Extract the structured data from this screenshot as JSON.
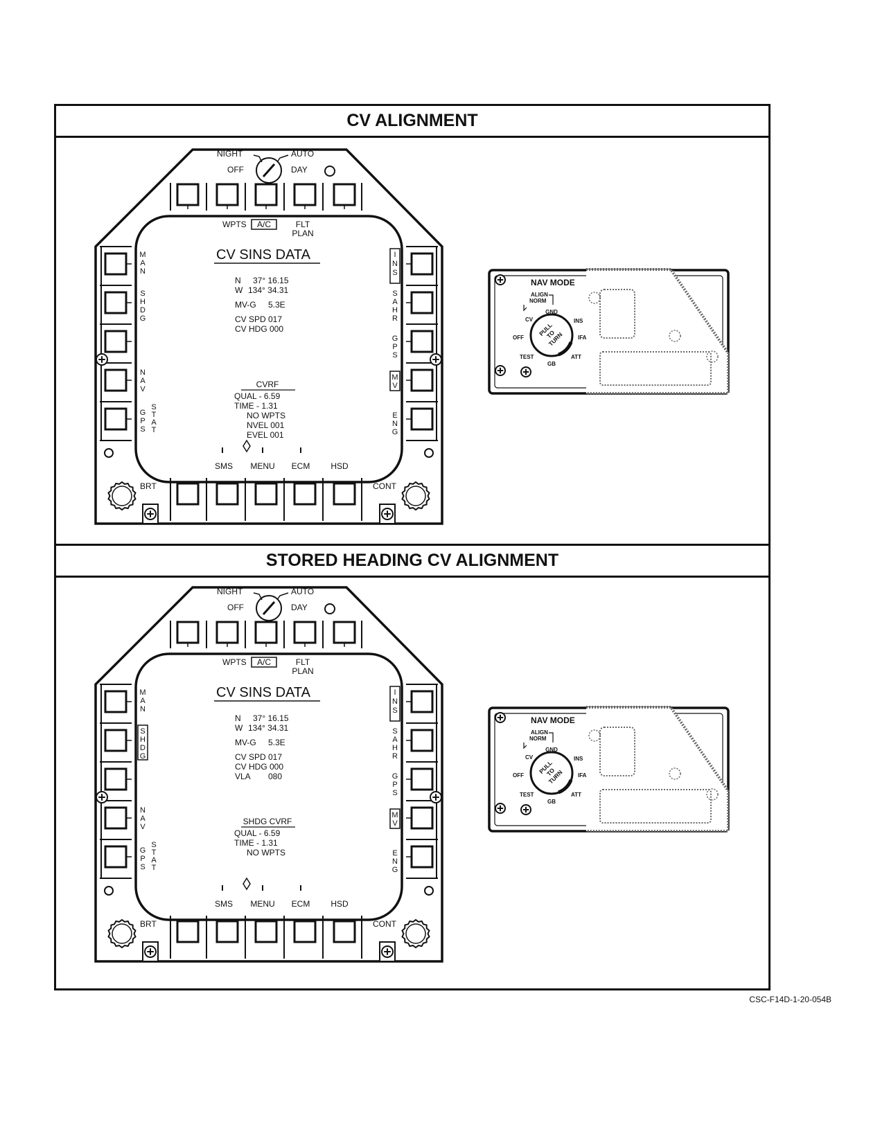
{
  "sections": [
    {
      "title": "CV ALIGNMENT",
      "mfd": {
        "knob_labels": {
          "night": "NIGHT",
          "off": "OFF",
          "auto": "AUTO",
          "day": "DAY"
        },
        "top_labels": [
          "WPTS",
          "A/C",
          "FLT",
          "PLAN"
        ],
        "page_title": "CV SINS DATA",
        "lat_label": "N",
        "lat_value": "37° 16.15",
        "lon_label": "W",
        "lon_value": "134° 34.31",
        "mvg_label": "MV-G",
        "mvg_value": "5.3E",
        "cv_spd": "CV SPD  017",
        "cv_hdg": "CV HDG 000",
        "vla_label": "",
        "vla_value": "",
        "sub_title": "CVRF",
        "qual": "QUAL    -   6.59",
        "time": "TIME     -   1.31",
        "no_wpts": "NO WPTS",
        "nvel": "NVEL    001",
        "evel": "EVEL    001",
        "left_labels": [
          "M A N",
          "S H D G",
          "N A V",
          "G P S",
          "S T A T"
        ],
        "shdg_boxed": false,
        "right_labels": [
          "I N S",
          "S A H R",
          "G P S",
          "M V",
          "E N G"
        ],
        "bottom_labels": [
          "SMS",
          "MENU",
          "ECM",
          "HSD"
        ],
        "brt": "BRT",
        "cont": "CONT"
      },
      "nav_panel": {
        "title": "NAV MODE",
        "positions": [
          "ALIGN",
          "NORM",
          "GND",
          "INS",
          "CV",
          "OFF",
          "IFA",
          "TEST",
          "GB",
          "ATT"
        ],
        "knob_text": [
          "PULL",
          "TO",
          "TURN"
        ]
      }
    },
    {
      "title": "STORED HEADING CV ALIGNMENT",
      "mfd": {
        "knob_labels": {
          "night": "NIGHT",
          "off": "OFF",
          "auto": "AUTO",
          "day": "DAY"
        },
        "top_labels": [
          "WPTS",
          "A/C",
          "FLT",
          "PLAN"
        ],
        "page_title": "CV SINS DATA",
        "lat_label": "N",
        "lat_value": "37° 16.15",
        "lon_label": "W",
        "lon_value": "134° 34.31",
        "mvg_label": "MV-G",
        "mvg_value": "5.3E",
        "cv_spd": "CV SPD  017",
        "cv_hdg": "CV HDG 000",
        "vla_label": "VLA",
        "vla_value": "080",
        "sub_title": "SHDG CVRF",
        "qual": "QUAL    -   6.59",
        "time": "TIME     -   1.31",
        "no_wpts": "NO WPTS",
        "nvel": "",
        "evel": "",
        "left_labels": [
          "M A N",
          "S H D G",
          "N A V",
          "G P S",
          "S T A T"
        ],
        "shdg_boxed": true,
        "right_labels": [
          "I N S",
          "S A H R",
          "G P S",
          "M V",
          "E N G"
        ],
        "bottom_labels": [
          "SMS",
          "MENU",
          "ECM",
          "HSD"
        ],
        "brt": "BRT",
        "cont": "CONT"
      },
      "nav_panel": {
        "title": "NAV MODE",
        "positions": [
          "ALIGN",
          "NORM",
          "GND",
          "INS",
          "CV",
          "OFF",
          "IFA",
          "TEST",
          "GB",
          "ATT"
        ],
        "knob_text": [
          "PULL",
          "TO",
          "TURN"
        ]
      }
    }
  ],
  "figure_id": "CSC-F14D-1-20-054B"
}
